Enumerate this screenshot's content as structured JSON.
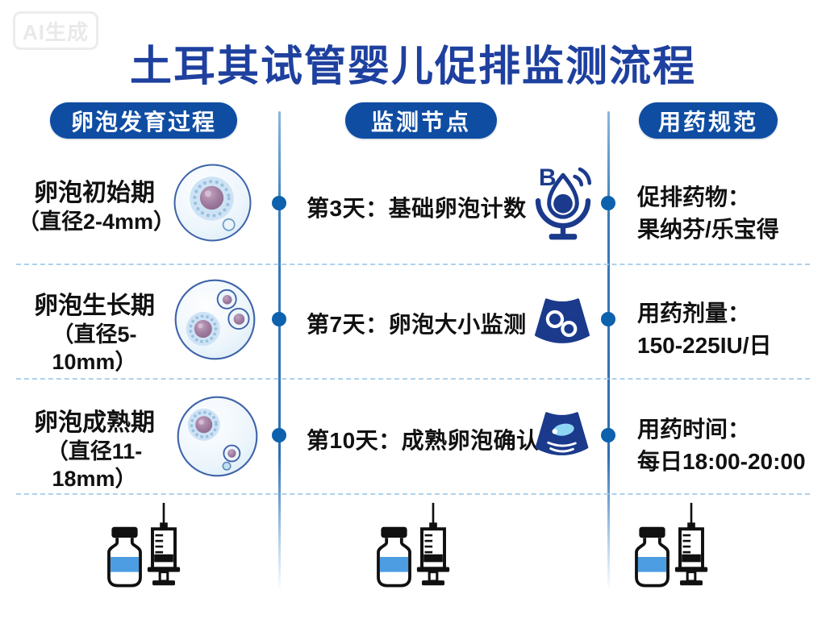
{
  "watermark": {
    "label": "AI生成"
  },
  "title": "土耳其试管婴儿促排监测流程",
  "columns": {
    "development": {
      "header": "卵泡发育过程"
    },
    "monitoring": {
      "header": "监测节点"
    },
    "medication": {
      "header": "用药规范"
    }
  },
  "rows": [
    {
      "stage_name": "卵泡初始期",
      "stage_size": "（直径2-4mm）",
      "stage_icon": "follicle-initial-icon",
      "monitor_text": "第3天：基础卵泡计数",
      "monitor_icon": "b-ultrasound-probe-icon",
      "med_label": "促排药物：",
      "med_value": "果纳芬/乐宝得"
    },
    {
      "stage_name": "卵泡生长期",
      "stage_size": "（直径5-10mm）",
      "stage_icon": "follicle-growth-icon",
      "monitor_text": "第7天：卵泡大小监测",
      "monitor_icon": "ultrasound-scan-follicles-icon",
      "med_label": "用药剂量：",
      "med_value": "150-225IU/日"
    },
    {
      "stage_name": "卵泡成熟期",
      "stage_size": "（直径11-18mm）",
      "stage_icon": "follicle-mature-icon",
      "monitor_text": "第10天：成熟卵泡确认",
      "monitor_icon": "ultrasound-scan-mature-icon",
      "med_label": "用药时间：",
      "med_value": "每日18:00-20:00"
    }
  ],
  "colors": {
    "title_blue": "#1e409f",
    "pill_blue": "#0f4da3",
    "icon_navy": "#1b3a8c",
    "timeline_dot": "#0d61ad",
    "divider_blue": "#2f6fb4",
    "dashed_line": "#aed1ec",
    "vial_liquid": "#4d9de3",
    "follicle_core_purple": "#a07da0"
  }
}
